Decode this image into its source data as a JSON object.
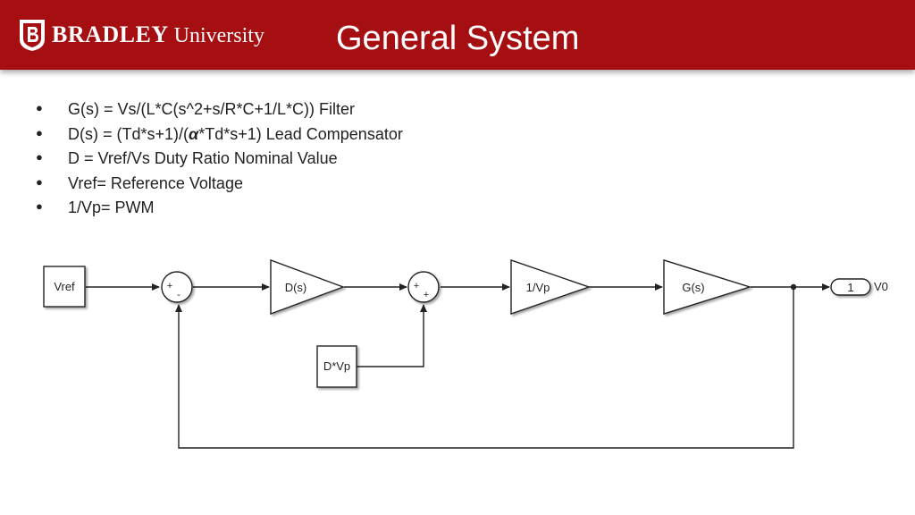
{
  "header": {
    "brand_name": "BRADLEY",
    "brand_suffix": "University",
    "title": "General System",
    "bg_color": "#a50f12"
  },
  "bullets": [
    {
      "text": "G(s) = Vs/(L*C(s^2+s/R*C+1/L*C)) Filter"
    },
    {
      "pre": "D(s) = (Td*s+1)/(",
      "alpha": "α",
      "post": "*Td*s+1) Lead Compensator"
    },
    {
      "text": "D = Vref/Vs Duty Ratio Nominal Value"
    },
    {
      "text": "Vref= Reference Voltage"
    },
    {
      "text": "1/Vp= PWM"
    }
  ],
  "diagram": {
    "source_label": "Vref",
    "sum1_signs": {
      "top": "+",
      "bottom": "-"
    },
    "compensator_label": "D(s)",
    "sum2_signs": {
      "top": "+",
      "bottom": "+"
    },
    "pwm_label": "1/Vp",
    "plant_label": "G(s)",
    "output_port_label": "1",
    "output_signal_label": "V0",
    "disturbance_label": "D*Vp"
  }
}
